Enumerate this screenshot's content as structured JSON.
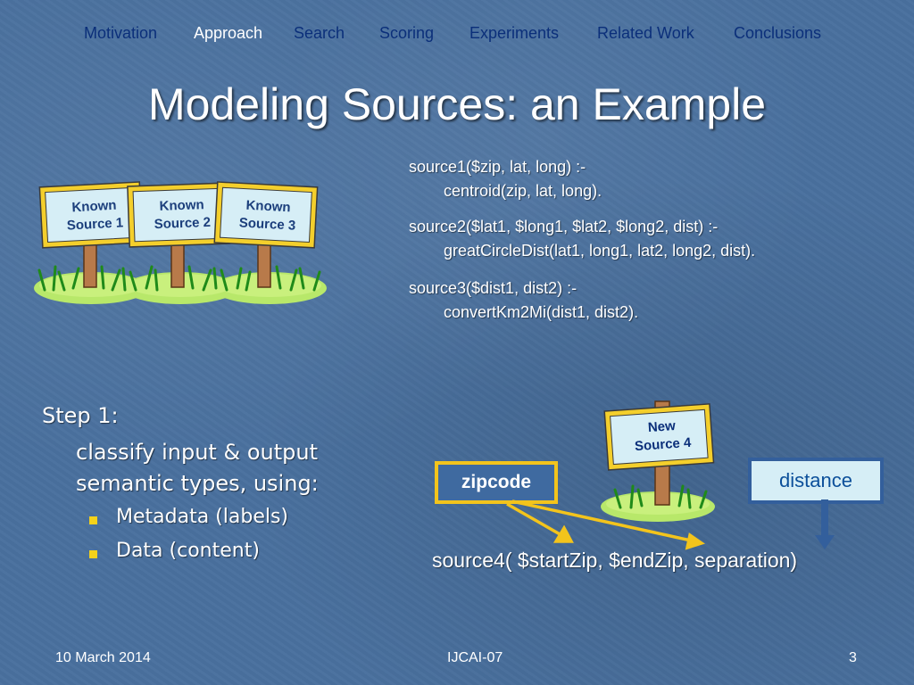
{
  "nav": {
    "items": [
      {
        "label": "Motivation",
        "active": false
      },
      {
        "label": "Approach",
        "active": true
      },
      {
        "label": "Search",
        "active": false
      },
      {
        "label": "Scoring",
        "active": false
      },
      {
        "label": "Experiments",
        "active": false
      },
      {
        "label": "Related Work",
        "active": false
      },
      {
        "label": "Conclusions",
        "active": false
      }
    ]
  },
  "slide": {
    "title": "Modeling Sources: an Example",
    "definitions": [
      {
        "head": "source1($zip, lat, long) :-",
        "body": "centroid(zip, lat, long)."
      },
      {
        "head": "source2($lat1, $long1, $lat2, $long2, dist) :-",
        "body": "greatCircleDist(lat1, long1, lat2, long2, dist)."
      },
      {
        "head": "source3($dist1, dist2) :-",
        "body": "convertKm2Mi(dist1, dist2)."
      }
    ],
    "known_signs": [
      {
        "line1": "Known",
        "line2": "Source 1"
      },
      {
        "line1": "Known",
        "line2": "Source 2"
      },
      {
        "line1": "Known",
        "line2": "Source 3"
      }
    ],
    "new_sign": {
      "line1": "New",
      "line2": "Source 4"
    },
    "step": {
      "heading": "Step 1:",
      "line1": "classify input & output",
      "line2": "semantic types, using:",
      "bullets": [
        "Metadata (labels)",
        "Data (content)"
      ]
    },
    "zipcode_label": "zipcode",
    "distance_label": "distance",
    "source4": "source4( $startZip, $endZip, separation)"
  },
  "footer": {
    "date": "10 March 2014",
    "venue": "IJCAI-07",
    "page": "3"
  },
  "colors": {
    "background": "#49709e",
    "nav_text": "#0b2f7a",
    "active_nav": "#ffffff",
    "arrow": "#f3c41c",
    "distance_arrow": "#335f9c",
    "zipcode_box_border": "#f3c41c",
    "distance_box_fill": "#d6eef6",
    "bullet": "#f5d21a"
  },
  "icons": {
    "sign": "signpost-icon",
    "grass": "grass-patch-icon",
    "bullet": "square-bullet-icon"
  }
}
